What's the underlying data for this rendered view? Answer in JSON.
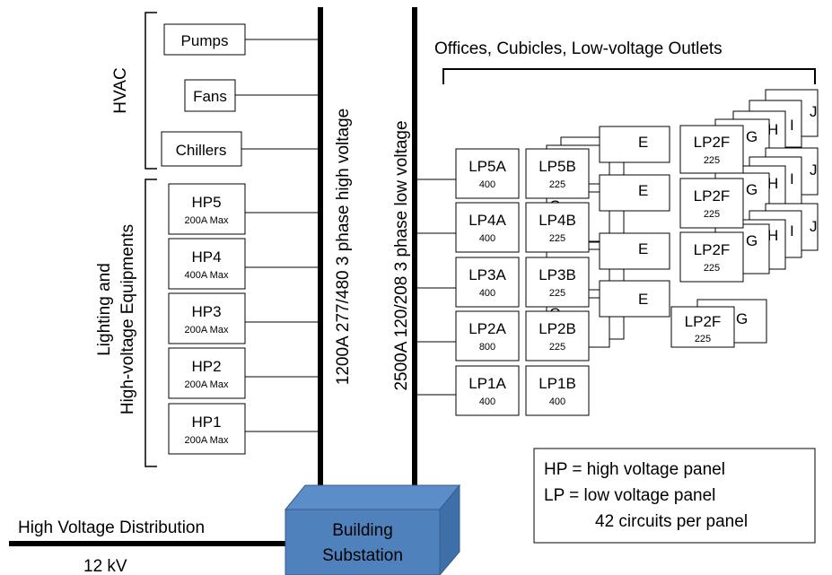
{
  "hvac": {
    "title": "HVAC",
    "equipment": [
      "Pumps",
      "Fans",
      "Chillers"
    ]
  },
  "lighting": {
    "title_line1": "Lighting and",
    "title_line2": "High-voltage Equipments"
  },
  "hp_panels": [
    {
      "name": "HP5",
      "rating": "200A Max"
    },
    {
      "name": "HP4",
      "rating": "400A Max"
    },
    {
      "name": "HP3",
      "rating": "200A Max"
    },
    {
      "name": "HP2",
      "rating": "200A Max"
    },
    {
      "name": "HP1",
      "rating": "200A Max"
    }
  ],
  "high_bus_label": "1200A 277/480 3 phase high voltage",
  "low_bus_label": "2500A 120/208 3 phase low voltage",
  "offices_label": "Offices, Cubicles, Low-voltage Outlets",
  "lp_rows": [
    {
      "a": {
        "name": "LP5A",
        "rating": "400"
      },
      "b": {
        "name": "LP5B",
        "rating": "225"
      },
      "f": {
        "name": "LP2F",
        "rating": "225"
      }
    },
    {
      "a": {
        "name": "LP4A",
        "rating": "400"
      },
      "b": {
        "name": "LP4B",
        "rating": "225"
      },
      "f": {
        "name": "LP2F",
        "rating": "225"
      }
    },
    {
      "a": {
        "name": "LP3A",
        "rating": "400"
      },
      "b": {
        "name": "LP3B",
        "rating": "225"
      },
      "f": {
        "name": "LP2F",
        "rating": "225"
      }
    },
    {
      "a": {
        "name": "LP2A",
        "rating": "800"
      },
      "b": {
        "name": "LP2B",
        "rating": "225"
      },
      "f": {
        "name": "LP2F",
        "rating": "225"
      }
    },
    {
      "a": {
        "name": "LP1A",
        "rating": "400"
      },
      "b": {
        "name": "LP1B",
        "rating": "400"
      }
    }
  ],
  "stack_letters": {
    "c": "C",
    "d": "D",
    "e": "E",
    "g": "G",
    "h": "H",
    "i": "I",
    "j": "J"
  },
  "legend": {
    "line1": "HP = high voltage panel",
    "line2": "LP = low voltage panel",
    "line3": "42 circuits per panel"
  },
  "substation": {
    "line1": "Building",
    "line2": "Substation",
    "color": "#4F81BD",
    "edge": "#385D8A"
  },
  "distribution": {
    "label": "High Voltage Distribution",
    "voltage": "12 kV"
  }
}
